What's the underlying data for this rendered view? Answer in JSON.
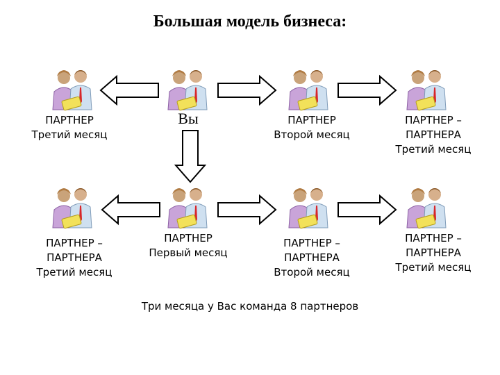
{
  "title": "Большая модель бизнеса:",
  "colors": {
    "arrow_fill": "#ffffff",
    "arrow_stroke": "#000000",
    "woman_top": "#c9a4d9",
    "man_shirt": "#cfe0f0",
    "tie": "#d8262a",
    "folder": "#f2e15a"
  },
  "nodes": {
    "top_left": {
      "lines": [
        "ПАРТНЕР",
        "Третий месяц"
      ]
    },
    "you": {
      "lines": [
        "Вы"
      ]
    },
    "top_mid_right": {
      "lines": [
        "ПАРТНЕР",
        "Второй месяц"
      ]
    },
    "top_right": {
      "lines": [
        "ПАРТНЕР –",
        "ПАРТНЕРА",
        "Третий месяц"
      ]
    },
    "bot_left": {
      "lines": [
        "ПАРТНЕР –",
        "ПАРТНЕРА",
        "Третий месяц"
      ]
    },
    "bot_mid_left": {
      "lines": [
        "ПАРТНЕР",
        "Первый месяц"
      ]
    },
    "bot_mid_right": {
      "lines": [
        "ПАРТНЕР –",
        "ПАРТНЕРА",
        "Второй месяц"
      ]
    },
    "bot_right": {
      "lines": [
        "ПАРТНЕР –",
        "ПАРТНЕРА",
        "Третий месяц"
      ]
    }
  },
  "footer": "Три месяца у Вас команда 8 партнеров"
}
